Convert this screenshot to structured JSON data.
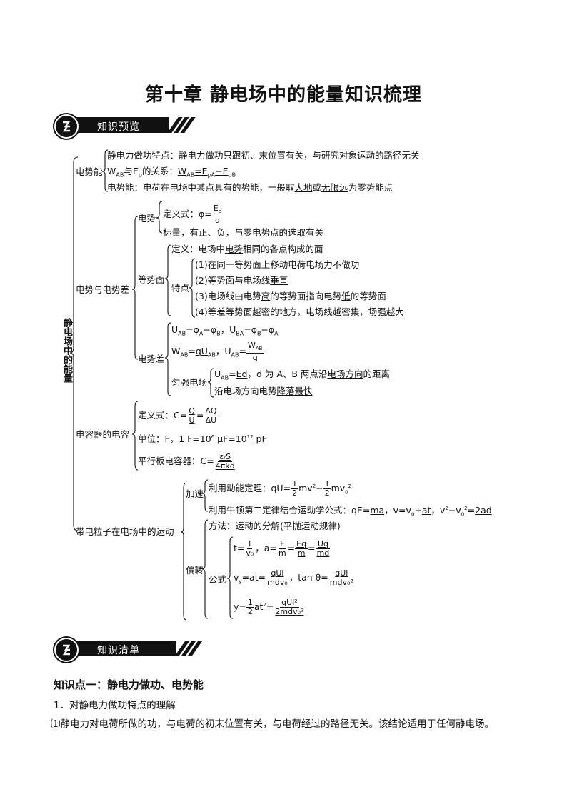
{
  "title": "第十章 静电场中的能量知识梳理",
  "sections": {
    "preview": "知识预览",
    "list": "知识清单"
  },
  "tree": {
    "root": "静电场中的能量",
    "ep": {
      "label": "电势能",
      "l1": "静电力做功特点：静电力做功只跟初、末位置有关，与研究对象运动的路径无关",
      "l2a": "W",
      "l2b": "与E",
      "l2c": "的关系：",
      "l2d": "W",
      "l2e": "=E",
      "l2f": "−E",
      "l3a": "电势能：电荷在电场中某点具有的势能，一般取",
      "l3b": "大地",
      "l3c": "或",
      "l3d": "无限远",
      "l3e": "为零势能点"
    },
    "pot": {
      "label": "电势与电势差",
      "phi": "电势",
      "phi_def": "定义式：φ=",
      "phi_num": "E",
      "phi_den": "q",
      "phi_scalar": "标量，有正、负，与零电势点的选取有关",
      "eq": "等势面",
      "eq_def_a": "定义：电场中",
      "eq_def_b": "电势",
      "eq_def_c": "相同的各点构成的面",
      "feat": "特点",
      "f1a": "(1)在同一等势面上移动电荷电场力",
      "f1b": "不做功",
      "f2a": "(2)等势面与电场线",
      "f2b": "垂直",
      "f3a": "(3)电场线由电势",
      "f3b": "高",
      "f3c": "的等势面指向电势",
      "f3d": "低",
      "f3e": "的等势面",
      "f4a": "(4)等差等势面越密的地方，电场线越",
      "f4b": "密集",
      "f4c": "，场强越",
      "f4d": "大",
      "diff": "电势差",
      "d1": "U",
      "d1b": "=φ",
      "d1c": "−φ",
      "d1d": "，U",
      "d1e": "=",
      "d1f": "φ",
      "d1g": "−φ",
      "d2a": "W",
      "d2b": "=",
      "d2c": "qU",
      "d2d": "，U",
      "d2e": "=",
      "d2num": "W",
      "d2den": "q",
      "uni": "匀强电场",
      "uni1a": "U",
      "uni1b": "=",
      "uni1c": "Ed",
      "uni1d": "，d 为 A、B 两点沿",
      "uni1e": "电场方向",
      "uni1f": "的距离",
      "uni2a": "沿电场方向电势",
      "uni2b": "降落最快"
    },
    "cap": {
      "label": "电容器的电容",
      "c1a": "定义式：C=",
      "c1n1": "Q",
      "c1d1": "U",
      "c1eq": "=",
      "c1n2": "ΔQ",
      "c1d2": "ΔU",
      "c2a": "单位：F，1 F=",
      "c2b": "10",
      "c2c": " μF=",
      "c2d": "10",
      "c2e": " pF",
      "c3a": "平行板电容器：C=",
      "c3n": "εᵣS",
      "c3d": "4πkd"
    },
    "mot": {
      "label": "带电粒子在电场中的运动",
      "acc": "加速",
      "a1a": "利用动能定理：qU=",
      "a1b": "mv",
      "a1c": "−",
      "a1d": "mv",
      "half": "1",
      "two": "2",
      "a2a": "利用牛顿第二定律结合运动学公式：qE=",
      "a2b": "ma",
      "a2c": "，v=v",
      "a2d": "+",
      "a2e": "at",
      "a2f": "，v",
      "a2g": "−v",
      "a2h": "=",
      "a2i": "2ad",
      "def": "偏转",
      "method": "方法：运动的分解(平抛运动规律)",
      "formula": "公式",
      "p1a": "t=",
      "p1n1": "l",
      "p1d1": "v₀",
      "p1b": "，a=",
      "p1n2": "F",
      "p1d2": "m",
      "p1c": "=",
      "p1n3": "Eq",
      "p1d3": "m",
      "p1n4": "Uq",
      "p1d4": "md",
      "p2a": "v",
      "p2b": "=at=",
      "p2n1": "qUl",
      "p2d1": "mdv₀",
      "p2c": "，tan θ=",
      "p2n2": "qUl",
      "p2d2": "mdv₀²",
      "p3a": "y=",
      "p3b": "at",
      "p3c": "=",
      "p3n": "qUl²",
      "p3d": "2mdv₀²"
    }
  },
  "list": {
    "heading": "知识点一：静电力做功、电势能",
    "item1": "1．对静电力做功特点的理解",
    "item1_1": "⑴静电力对电荷所做的功，与电荷的初末位置有关，与电荷经过的路径无关。该结论适用于任何静电场。"
  }
}
